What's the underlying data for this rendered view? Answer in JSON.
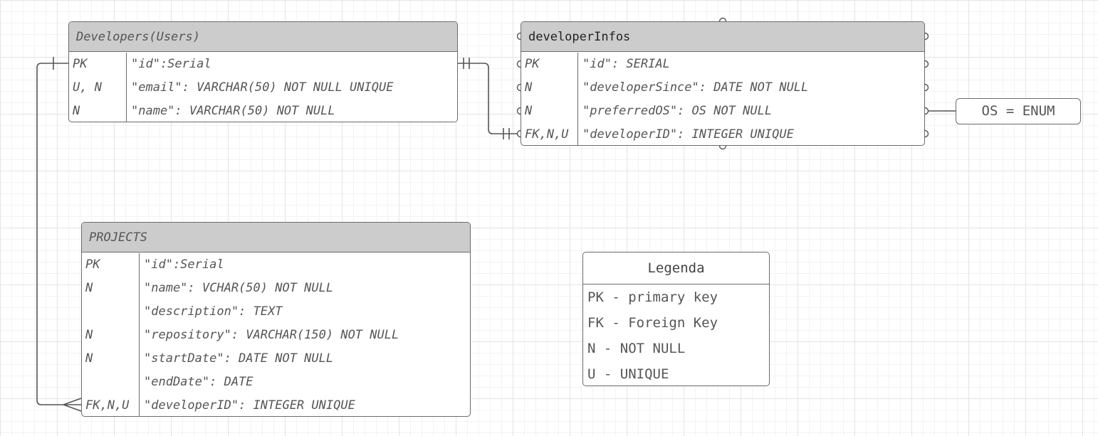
{
  "developers": {
    "title": "Developers(Users)",
    "rows": [
      {
        "key": "PK",
        "field": "\"id\":Serial"
      },
      {
        "key": "U, N",
        "field": "\"email\": VARCHAR(50) NOT NULL UNIQUE"
      },
      {
        "key": "N",
        "field": "\"name\": VARCHAR(50) NOT NULL"
      }
    ]
  },
  "developer_infos": {
    "title": "developerInfos",
    "rows": [
      {
        "key": "PK",
        "field": "\"id\": SERIAL"
      },
      {
        "key": "N",
        "field": "\"developerSince\": DATE NOT NULL"
      },
      {
        "key": "N",
        "field": "\"preferredOS\": OS NOT NULL"
      },
      {
        "key": "FK,N,U",
        "field": "\"developerID\": INTEGER UNIQUE"
      }
    ]
  },
  "projects": {
    "title": "PROJECTS",
    "rows": [
      {
        "key": "PK",
        "field": "\"id\":Serial"
      },
      {
        "key": "N",
        "field": "\"name\": VCHAR(50) NOT NULL"
      },
      {
        "key": "",
        "field": "\"description\": TEXT"
      },
      {
        "key": "N",
        "field": "\"repository\": VARCHAR(150) NOT NULL"
      },
      {
        "key": "N",
        "field": "\"startDate\": DATE NOT NULL"
      },
      {
        "key": "",
        "field": "\"endDate\": DATE"
      },
      {
        "key": "FK,N,U",
        "field": "\"developerID\": INTEGER UNIQUE"
      }
    ]
  },
  "enum_box": {
    "label": "OS = ENUM"
  },
  "legend": {
    "title": "Legenda",
    "items": [
      "PK - primary key",
      "FK - Foreign Key",
      "N - NOT NULL",
      "U - UNIQUE"
    ]
  },
  "relationships": [
    {
      "from": "Developers(Users).id",
      "to": "developerInfos.developerID",
      "cardinality": "one-to-one"
    },
    {
      "from": "Developers(Users).id",
      "to": "PROJECTS.developerID",
      "cardinality": "one-to-many"
    },
    {
      "from": "developerInfos.preferredOS",
      "to": "OS = ENUM",
      "cardinality": "reference"
    }
  ],
  "colors": {
    "header_fill": "#cccccc",
    "border": "#6b6b6b",
    "text": "#555555",
    "grid_major": "#e4e4e4",
    "grid_minor": "#f3f3f3"
  }
}
